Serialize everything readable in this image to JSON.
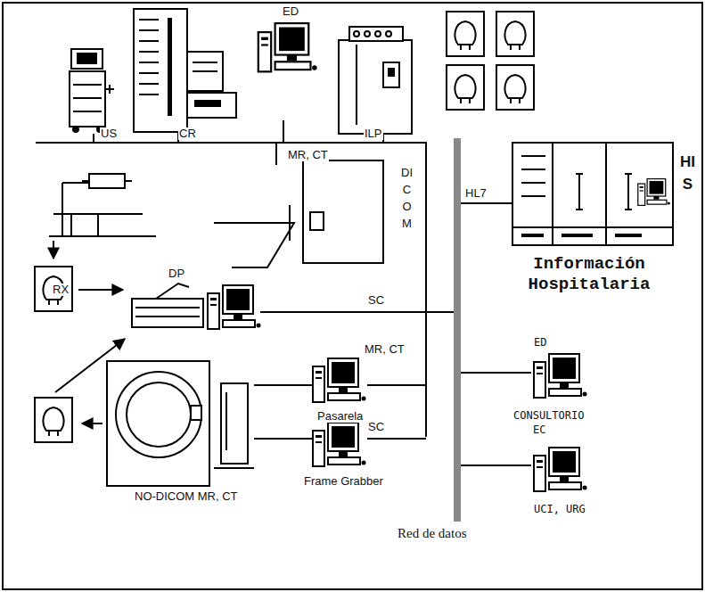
{
  "diagram": {
    "labels": [
      "US",
      "CR",
      "ED",
      "ILP",
      "MR, CT",
      "DICOM",
      "HL7",
      "HIS",
      "Información Hospitalaria",
      "RX",
      "DP",
      "SC",
      "MR, CT",
      "Pasarela",
      "SC",
      "Frame Grabber",
      "NO-DICOM MR, CT",
      "ED",
      "CONSULTORIO",
      "EC",
      "UCI, URG",
      "Red de datos"
    ]
  }
}
